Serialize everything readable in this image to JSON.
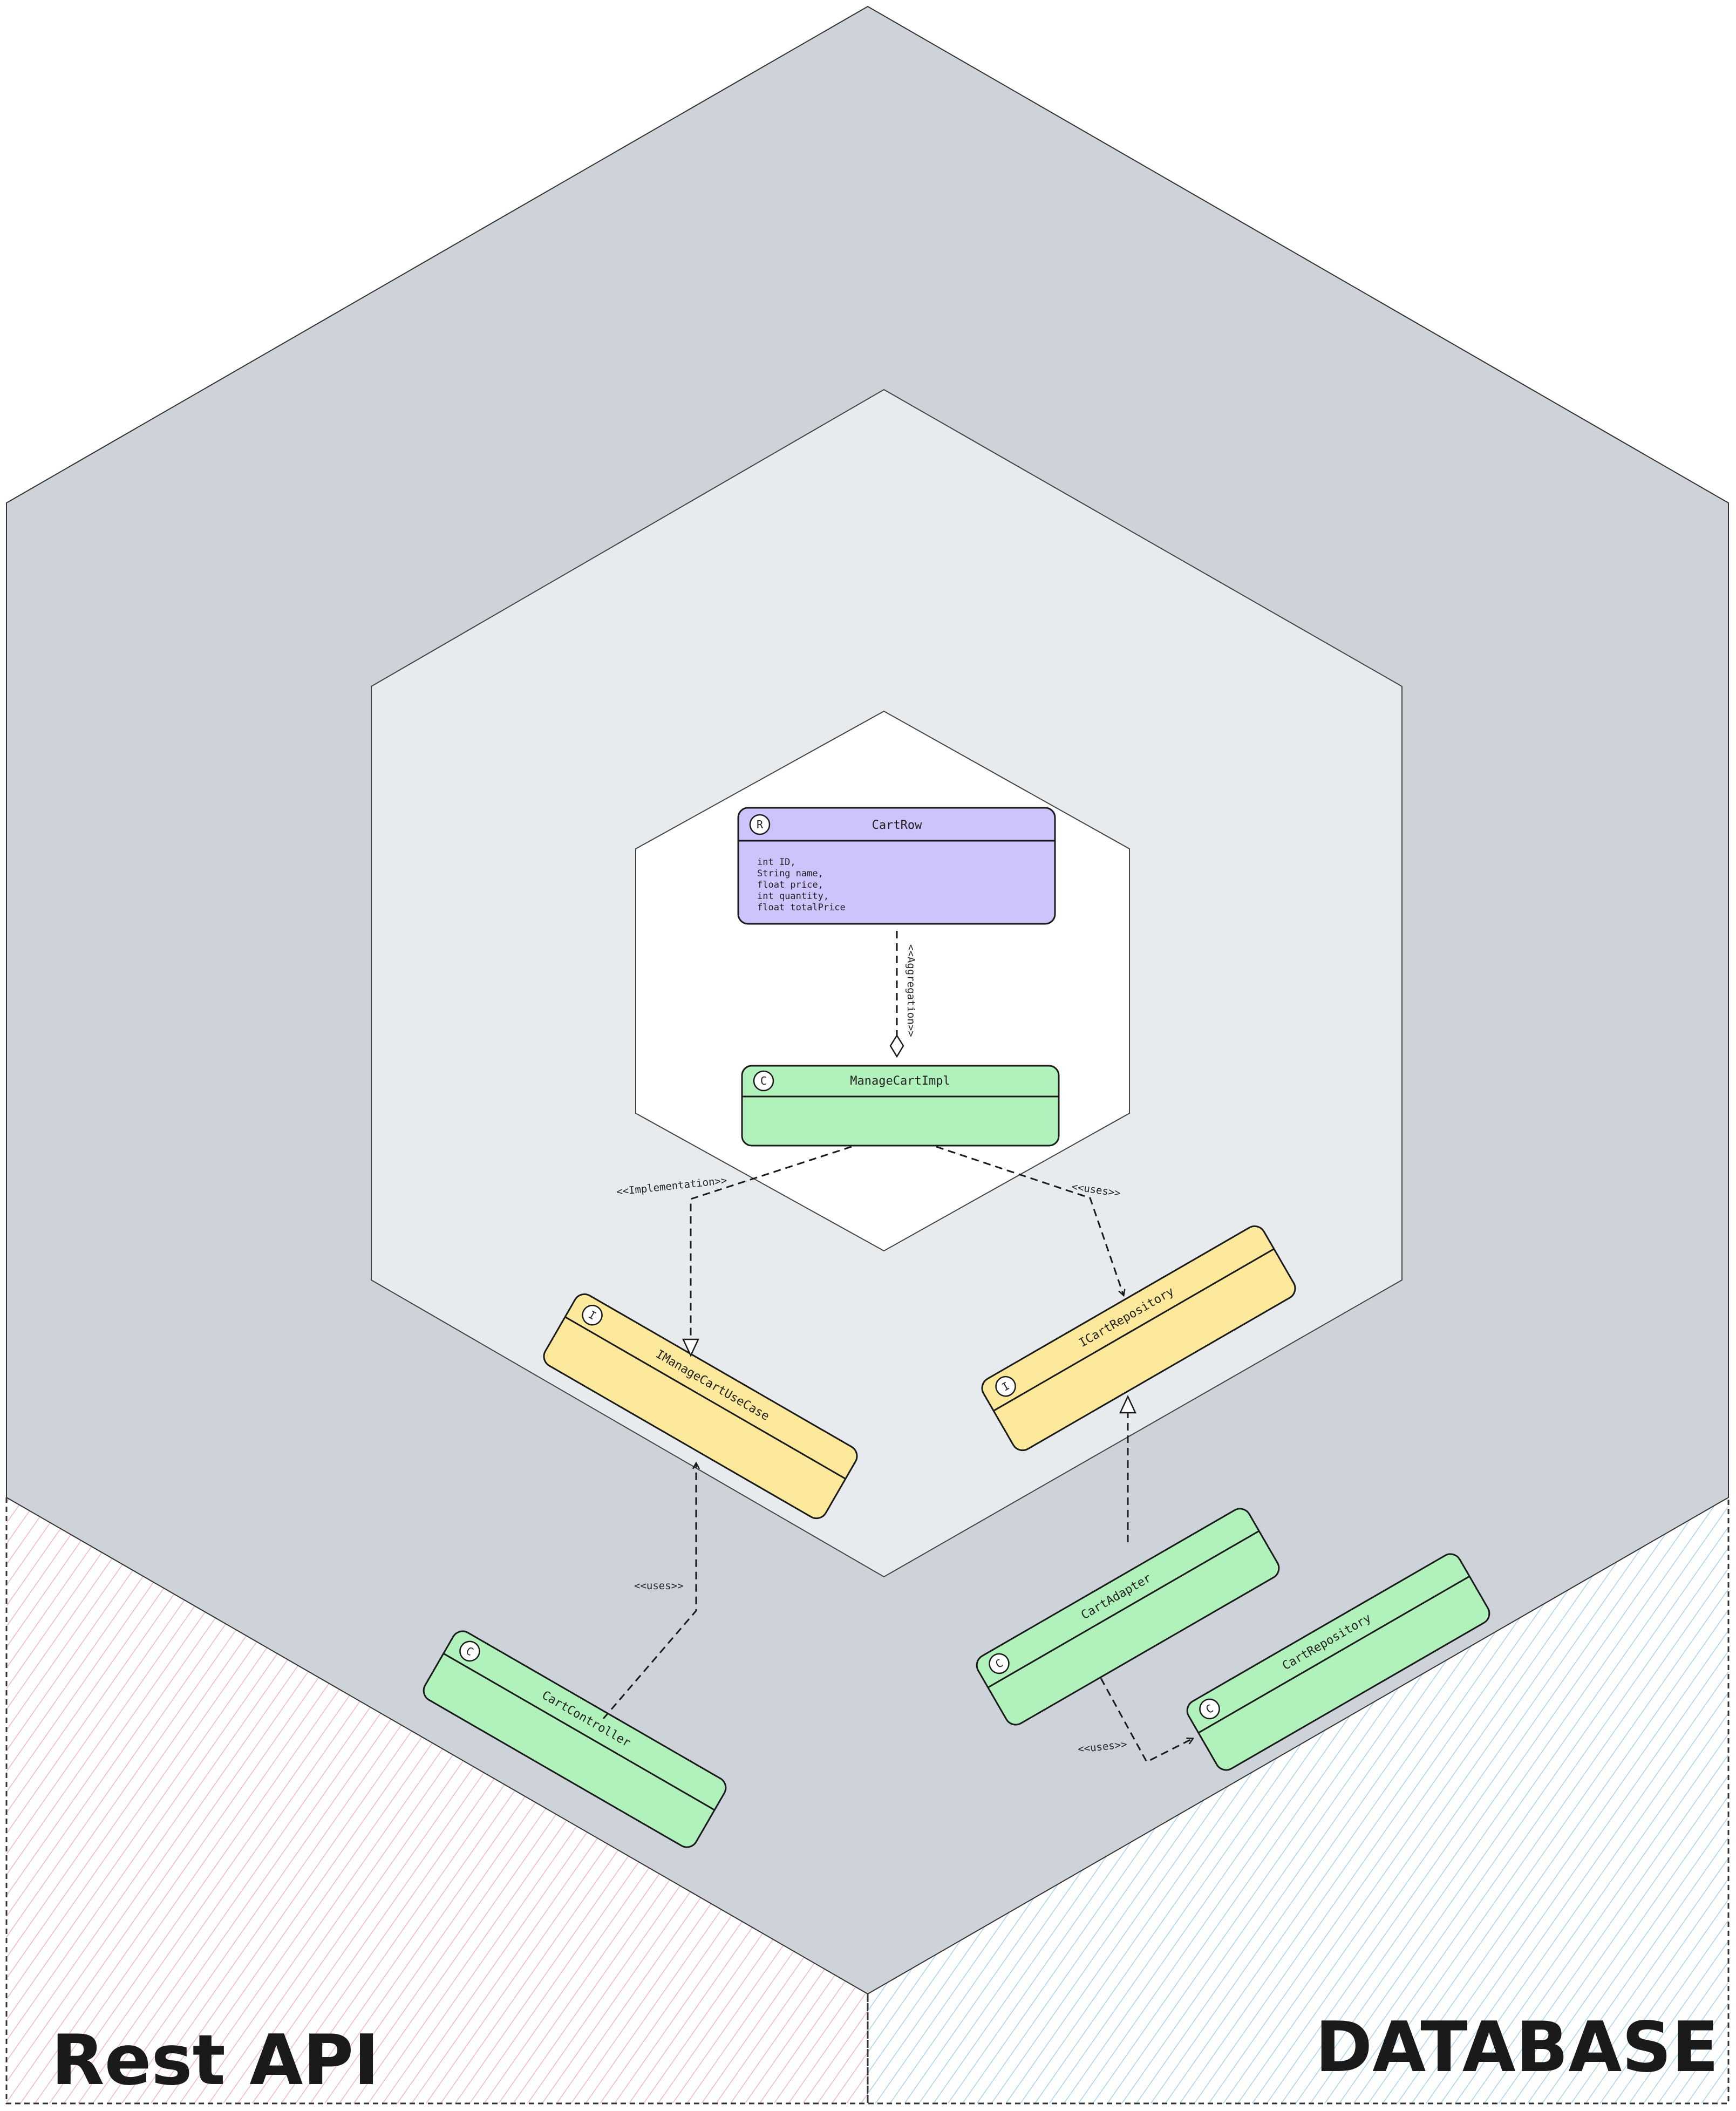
{
  "zones": {
    "left_label": "Rest API",
    "right_label": "DATABASE"
  },
  "classes": {
    "cart_row": {
      "badge": "R",
      "name": "CartRow",
      "fields": [
        "int ID,",
        "String name,",
        "float price,",
        "int quantity,",
        "float totalPrice"
      ],
      "color": "#cfc3fc"
    },
    "manage_cart_impl": {
      "badge": "C",
      "name": "ManageCartImpl",
      "color": "#b1f2bc"
    },
    "i_manage_cart_use_case": {
      "badge": "I",
      "name": "IManageCartUseCase",
      "color": "#fde99b"
    },
    "i_cart_repository": {
      "badge": "I",
      "name": "ICartRepository",
      "color": "#fde99b"
    },
    "cart_controller": {
      "badge": "C",
      "name": "CartController",
      "color": "#b1f2bc"
    },
    "cart_adapter": {
      "badge": "C",
      "name": "CartAdapter",
      "color": "#b1f2bc"
    },
    "cart_repository": {
      "badge": "C",
      "name": "CartRepository",
      "color": "#b1f2bc"
    }
  },
  "relations": {
    "aggregation": "<<Aggregation>>",
    "implementation": "<<Implementation>>",
    "uses_impl_repo": "<<uses>>",
    "uses_controller": "<<uses>>",
    "uses_adapter_repo": "<<uses>>"
  },
  "colors": {
    "outer_hexagon": "#ced3d9",
    "middle_hexagon": "#e8ebee",
    "inner_hexagon": "#ffffff",
    "rest_api_hatch": "#f3b6c6",
    "database_hatch": "#a8d3f0"
  }
}
